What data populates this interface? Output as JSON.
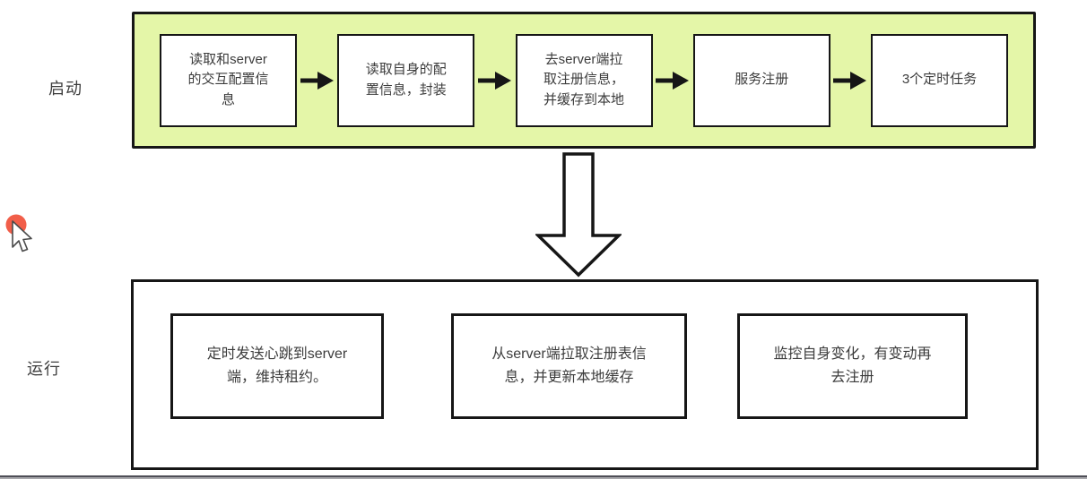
{
  "theme": {
    "panel-green": "#e4f6a8",
    "line-black": "#161616",
    "text-dark": "#3c3c3c",
    "cursor-red": "#f0503a",
    "bottom-bar": "#4e4e56"
  },
  "labels": {
    "startup": "启动",
    "running": "运行"
  },
  "startup_flow": {
    "steps": [
      {
        "label": "读取和server的交互配置信息"
      },
      {
        "label": "读取自身的配置信息，封装"
      },
      {
        "label": "去server端拉取注册信息，并缓存到本地"
      },
      {
        "label": "服务注册"
      },
      {
        "label": "3个定时任务"
      }
    ]
  },
  "running_flow": {
    "tasks": [
      {
        "label": "定时发送心跳到server端，维持租约。"
      },
      {
        "label": "从server端拉取注册表信息，并更新本地缓存"
      },
      {
        "label": "监控自身变化，有变动再去注册"
      }
    ]
  }
}
